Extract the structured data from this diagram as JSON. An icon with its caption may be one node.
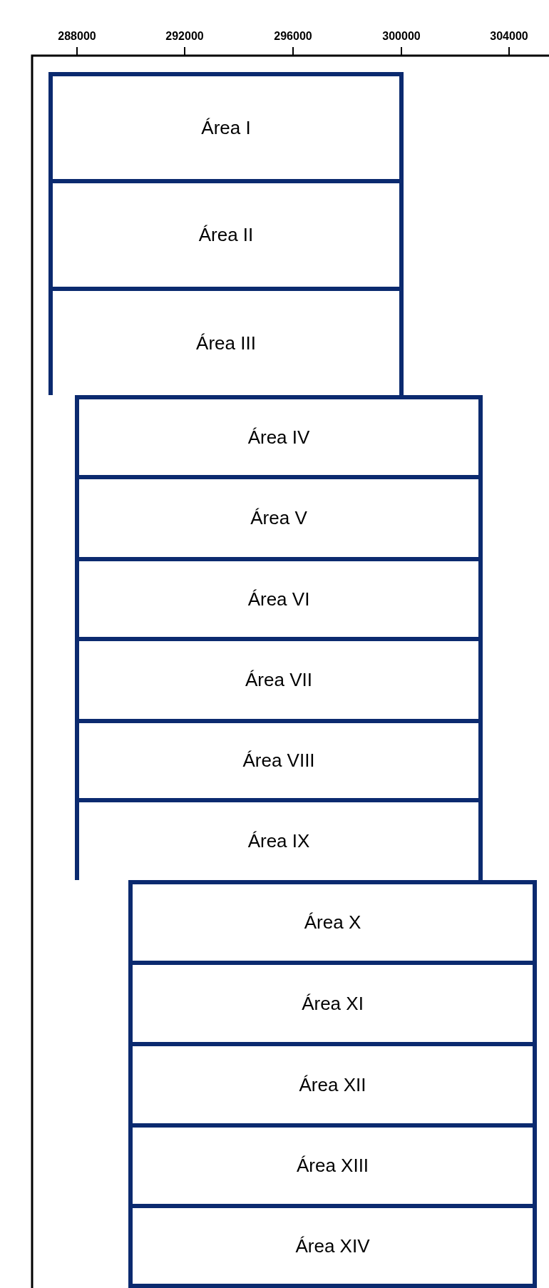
{
  "diagram": {
    "nodes": [
      {
        "text": [
          "Área I"
        ]
      },
      {
        "text": [
          "Área II"
        ]
      },
      {
        "text": [
          "Área III"
        ]
      },
      {
        "text": [
          "Área IV"
        ]
      },
      {
        "text": [
          "Área V"
        ]
      },
      {
        "text": [
          "Área VI"
        ]
      },
      {
        "text": [
          "Área VII"
        ]
      },
      {
        "text": [
          "Área VIII"
        ]
      },
      {
        "text": [
          "Área IX"
        ]
      },
      {
        "text": [
          "Área X"
        ]
      },
      {
        "text": [
          "Área XI"
        ]
      },
      {
        "text": [
          "Área XII"
        ]
      },
      {
        "text": [
          "Área XIII"
        ]
      },
      {
        "text": [
          "Área XIV"
        ]
      }
    ],
    "labels": [
      "288000",
      "292000",
      "296000",
      "300000",
      "304000"
    ]
  }
}
